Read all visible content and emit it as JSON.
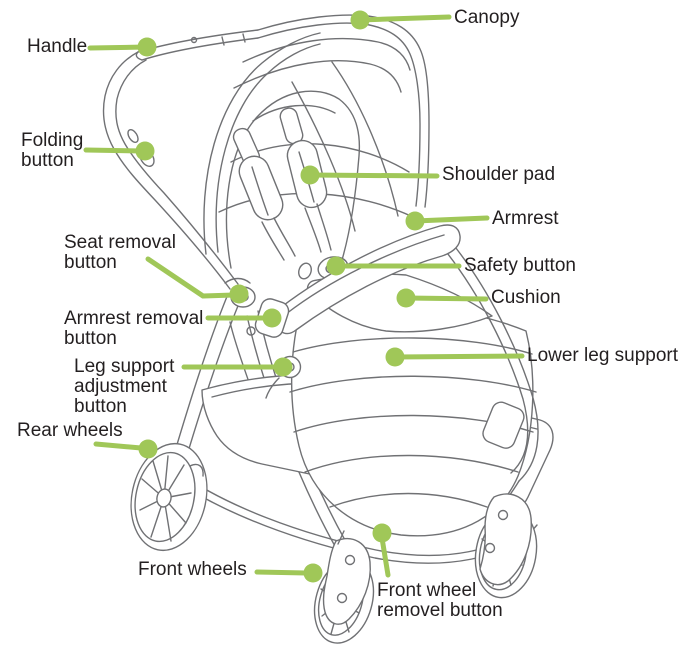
{
  "colors": {
    "callout_green": "#a0c758",
    "line_art_gray": "#707174",
    "label_text": "#231f20",
    "background": "#ffffff"
  },
  "labels": [
    {
      "id": "canopy",
      "text": "Canopy"
    },
    {
      "id": "handle",
      "text": "Handle"
    },
    {
      "id": "folding-button",
      "text": "Folding\nbutton"
    },
    {
      "id": "shoulder-pad",
      "text": "Shoulder pad"
    },
    {
      "id": "armrest",
      "text": "Armrest"
    },
    {
      "id": "seat-removal-button",
      "text": "Seat removal\nbutton"
    },
    {
      "id": "safety-button",
      "text": "Safety button"
    },
    {
      "id": "cushion",
      "text": "Cushion"
    },
    {
      "id": "armrest-removal-button",
      "text": "Armrest removal\nbutton"
    },
    {
      "id": "lower-leg-support",
      "text": "Lower leg support"
    },
    {
      "id": "leg-support-adjustment-button",
      "text": "Leg support\nadjustment\nbutton"
    },
    {
      "id": "rear-wheels",
      "text": "Rear wheels"
    },
    {
      "id": "front-wheels",
      "text": "Front wheels"
    },
    {
      "id": "front-wheel-removel-button",
      "text": "Front wheel\nremovel button"
    }
  ]
}
